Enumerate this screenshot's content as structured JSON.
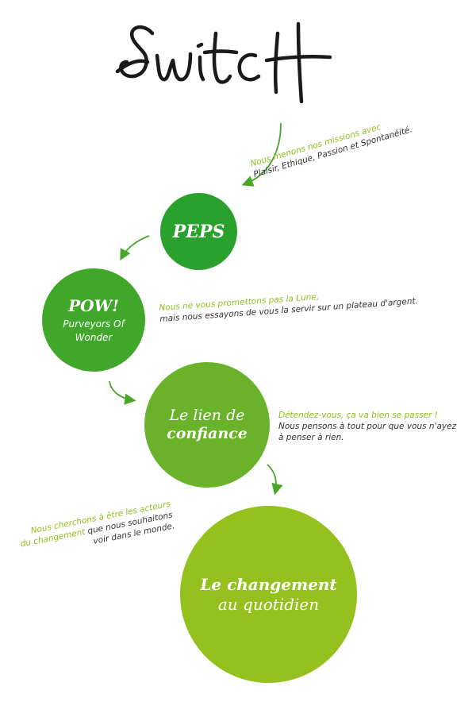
{
  "logo": {
    "text": "SWITCH"
  },
  "steps": [
    {
      "id": "peps",
      "title": "PEPS"
    },
    {
      "id": "pow",
      "title": "POW!",
      "subtitle": [
        "Purveyors Of",
        "Wonder"
      ]
    },
    {
      "id": "lien",
      "line1": "Le lien de",
      "line2": "confiance"
    },
    {
      "id": "changement",
      "line1": "Le changement",
      "line2": "au quotidien"
    }
  ],
  "notes": {
    "peps": {
      "green": "Nous menons nos missions avec",
      "dark": "Plaisir, Ethique, Passion et Spontanéité."
    },
    "pow": {
      "green": "Nous ne vous promettons pas la Lune,",
      "dark": "mais nous essayons de vous la servir sur un plateau d'argent."
    },
    "lien": {
      "green": "Détendez-vous, ça va bien se passer !",
      "dark1": "Nous pensons à tout pour que vous n'ayez",
      "dark2": "à penser à rien."
    },
    "changement": {
      "green1": "Nous cherchons à être les acteurs",
      "green2": "du changement",
      "dark2": " que nous souhaitons",
      "dark3": "voir dans le monde."
    }
  },
  "colors": {
    "peps": "#2aa12c",
    "pow": "#40a72a",
    "lien": "#6ab22a",
    "changement": "#95c11f",
    "accent_text": "#8cbf1f",
    "body_text": "#333333",
    "arrows": "#4aa52a"
  }
}
